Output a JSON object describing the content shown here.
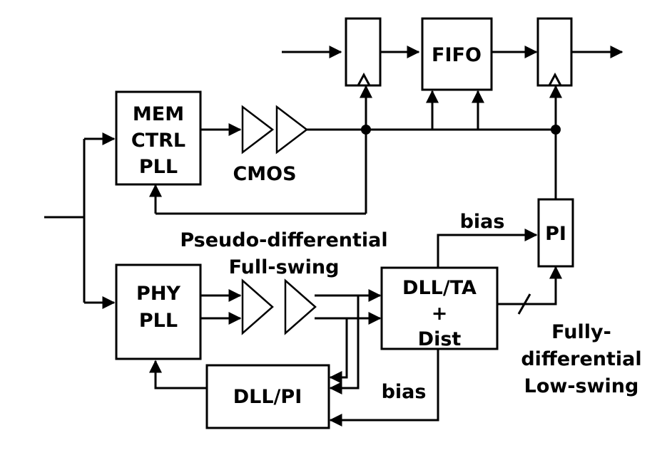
{
  "blocks": {
    "mem_ctrl_pll": [
      "MEM",
      "CTRL",
      "PLL"
    ],
    "phy_pll": [
      "PHY",
      "PLL"
    ],
    "fifo": "FIFO",
    "pi": "PI",
    "dll_ta": [
      "DLL/TA",
      "+",
      "Dist"
    ],
    "dll_pi": "DLL/PI"
  },
  "labels": {
    "cmos": "CMOS",
    "pseudo_differential": [
      "Pseudo-differential",
      "Full-swing"
    ],
    "bias_top": "bias",
    "bias_bottom": "bias",
    "fully_differential": [
      "Fully-",
      "differential",
      "Low-swing"
    ]
  },
  "colors": {
    "stroke": "#000000",
    "background": "#ffffff"
  }
}
